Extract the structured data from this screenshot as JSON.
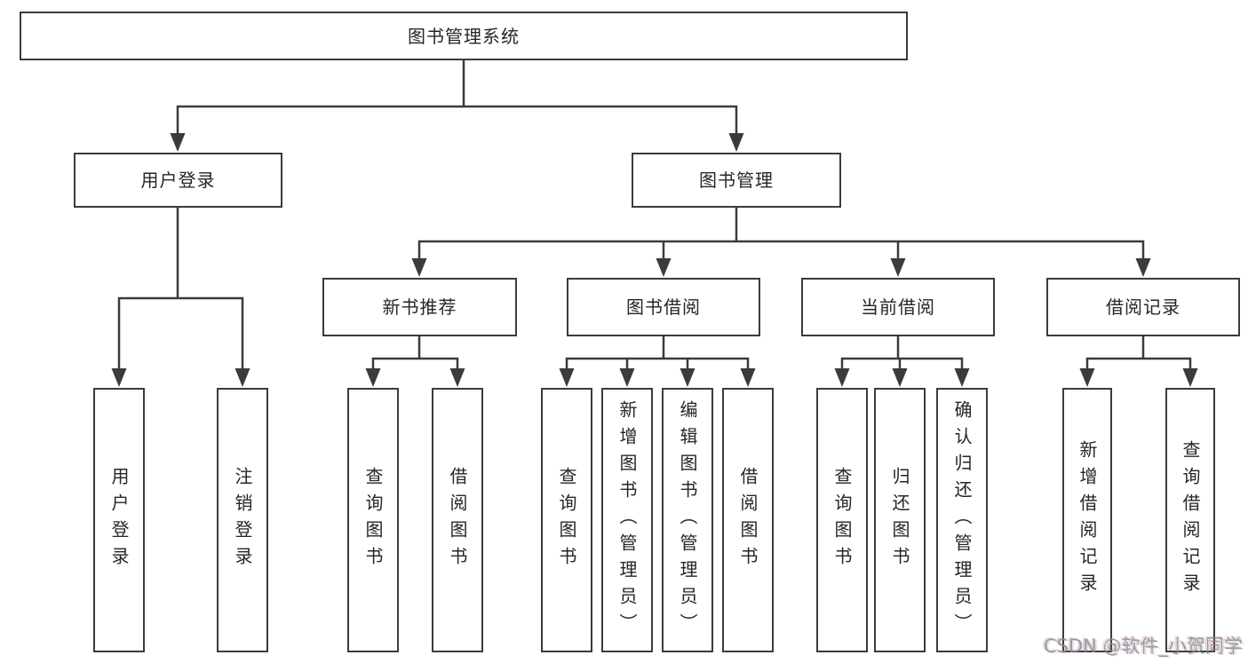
{
  "diagram": {
    "type": "hierarchy-tree"
  },
  "tree": {
    "root": {
      "label": "图书管理系统",
      "children": [
        {
          "label": "用户登录",
          "children": [
            {
              "label": "用户登录"
            },
            {
              "label": "注销登录"
            }
          ]
        },
        {
          "label": "图书管理",
          "children": [
            {
              "label": "新书推荐",
              "children": [
                {
                  "label": "查询图书"
                },
                {
                  "label": "借阅图书"
                }
              ]
            },
            {
              "label": "图书借阅",
              "children": [
                {
                  "label": "查询图书"
                },
                {
                  "label": "新增图书（管理员）"
                },
                {
                  "label": "编辑图书（管理员）"
                },
                {
                  "label": "借阅图书"
                }
              ]
            },
            {
              "label": "当前借阅",
              "children": [
                {
                  "label": "查询图书"
                },
                {
                  "label": "归还图书"
                },
                {
                  "label": "确认归还（管理员）"
                }
              ]
            },
            {
              "label": "借阅记录",
              "children": [
                {
                  "label": "新增借阅记录"
                },
                {
                  "label": "查询借阅记录"
                }
              ]
            }
          ]
        }
      ]
    }
  },
  "watermark": {
    "text": "CSDN @软件_小贺同学"
  },
  "colors": {
    "background": "#ffffff",
    "line": "#3b3b3b",
    "box_border": "#3b3b3b",
    "box_fill": "#ffffff",
    "text": "#262626",
    "watermark": "#8a8a8a"
  }
}
